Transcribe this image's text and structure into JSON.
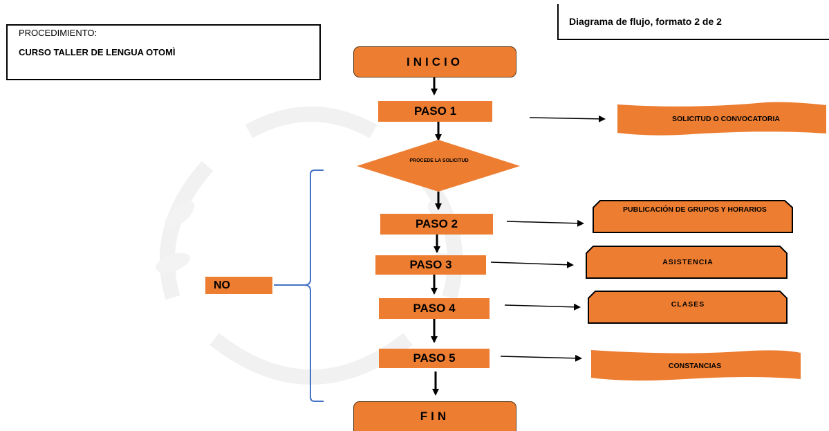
{
  "header": {
    "procedure_label": "PROCEDIMIENTO:",
    "procedure_name": "CURSO TALLER DE LENGUA OTOMÌ",
    "format_label": "Diagrama de flujo, formato 2 de 2"
  },
  "flow": {
    "start": "INICIO",
    "step1": "PASO 1",
    "decision": "PROCEDE LA SOLICITUD",
    "step2": "PASO 2",
    "step3": "PASO 3",
    "step4": "PASO 4",
    "step5": "PASO 5",
    "end": "FIN",
    "no_label": "NO"
  },
  "outputs": {
    "step1": "SOLICITUD O CONVOCATORIA",
    "step2": "PUBLICACIÓN DE GRUPOS Y HORARIOS",
    "step3": "ASISTENCIA",
    "step4": "CLASES",
    "step5": "CONSTANCIAS"
  },
  "colors": {
    "shape_fill": "#ED7D31",
    "bracket": "#4472C4",
    "arrow": "#000000"
  }
}
